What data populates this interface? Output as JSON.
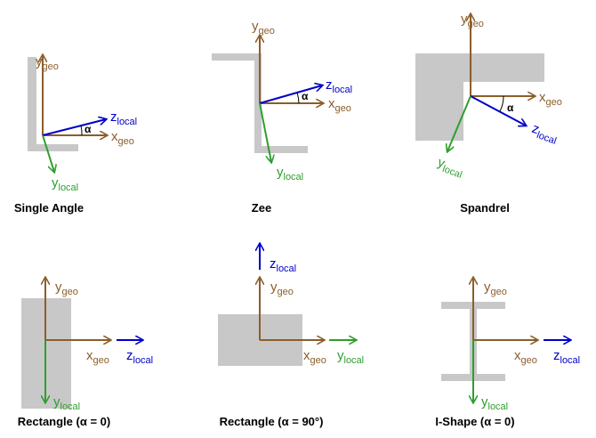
{
  "colors": {
    "geo": "#8B5E2B",
    "local_z": "#0000C8",
    "local_y": "#2E9E2E",
    "shape_fill": "#c8c8c8",
    "background": "#ffffff",
    "title": "#000000"
  },
  "axis_labels": {
    "y_main": "y",
    "y_sub": "geo",
    "x_main": "x",
    "x_sub": "geo",
    "zl_main": "z",
    "zl_sub": "local",
    "yl_main": "y",
    "yl_sub": "local",
    "alpha": "α"
  },
  "panels": {
    "single_angle": {
      "title": "Single Angle"
    },
    "zee": {
      "title": "Zee"
    },
    "spandrel": {
      "title": "Spandrel"
    },
    "rect_0": {
      "title": "Rectangle (α = 0)"
    },
    "rect_90": {
      "title": "Rectangle (α = 90°)"
    },
    "ishape": {
      "title": "I-Shape (α = 0)"
    }
  }
}
